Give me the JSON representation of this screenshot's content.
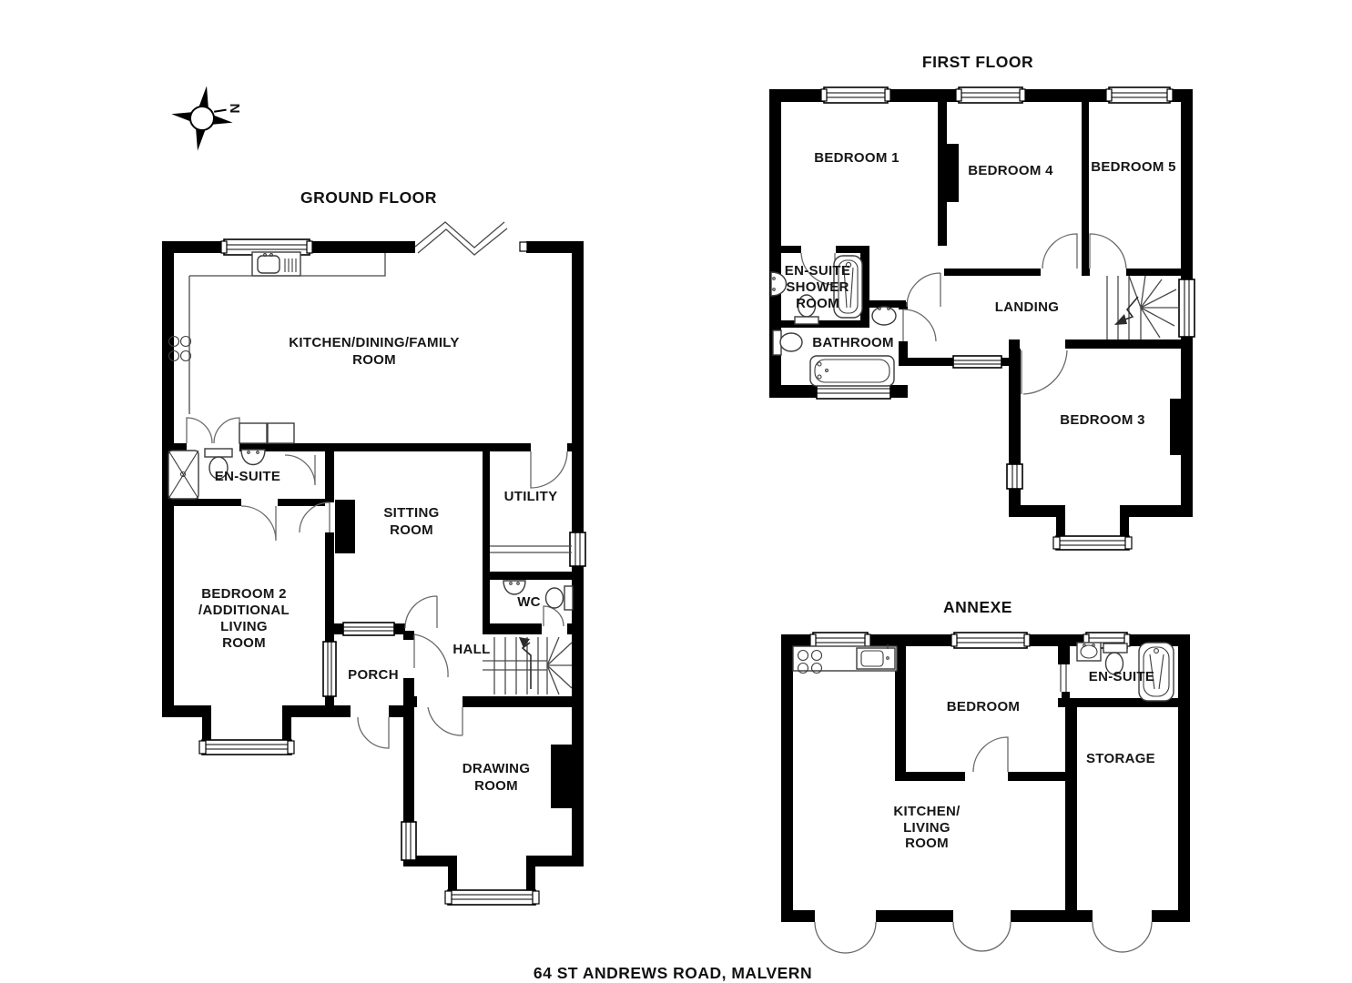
{
  "address_title": "64 ST ANDREWS ROAD, MALVERN",
  "compass": {
    "label": "N"
  },
  "ground_floor": {
    "title": "GROUND FLOOR",
    "rooms": {
      "kitchen": {
        "lines": [
          "KITCHEN/DINING/FAMILY",
          "ROOM"
        ]
      },
      "en_suite": {
        "label": "EN-SUITE"
      },
      "sitting": {
        "lines": [
          "SITTING",
          "ROOM"
        ]
      },
      "utility": {
        "label": "UTILITY"
      },
      "bedroom2": {
        "lines": [
          "BEDROOM 2",
          "/ADDITIONAL",
          "LIVING",
          "ROOM"
        ]
      },
      "wc": {
        "label": "WC"
      },
      "porch": {
        "label": "PORCH"
      },
      "hall": {
        "label": "HALL"
      },
      "drawing": {
        "lines": [
          "DRAWING",
          "ROOM"
        ]
      }
    }
  },
  "first_floor": {
    "title": "FIRST FLOOR",
    "rooms": {
      "bedroom1": {
        "label": "BEDROOM 1"
      },
      "bedroom4": {
        "label": "BEDROOM 4"
      },
      "bedroom5": {
        "label": "BEDROOM 5"
      },
      "en_suite_shower": {
        "lines": [
          "EN-SUITE",
          "SHOWER",
          "ROOM"
        ]
      },
      "bathroom": {
        "label": "BATHROOM"
      },
      "landing": {
        "label": "LANDING"
      },
      "bedroom3": {
        "label": "BEDROOM 3"
      }
    }
  },
  "annexe": {
    "title": "ANNEXE",
    "rooms": {
      "en_suite": {
        "label": "EN-SUITE"
      },
      "bedroom": {
        "label": "BEDROOM"
      },
      "storage": {
        "label": "STORAGE"
      },
      "kitchen_living": {
        "lines": [
          "KITCHEN/",
          "LIVING",
          "ROOM"
        ]
      }
    }
  }
}
